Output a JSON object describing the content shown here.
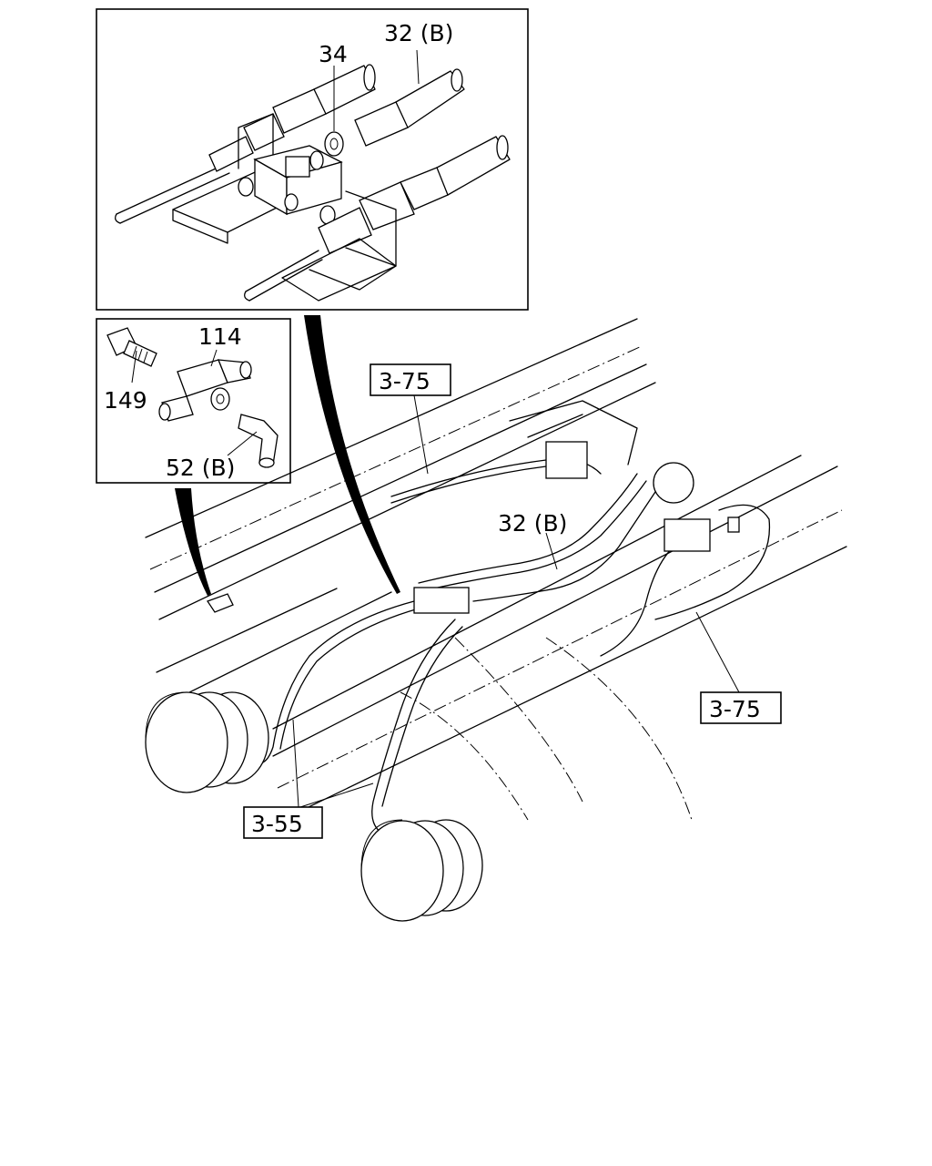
{
  "diagram": {
    "detail_top": {
      "callouts": [
        "34",
        "32 (B)"
      ]
    },
    "detail_mid": {
      "callouts": [
        "114",
        "149",
        "52 (B)"
      ]
    },
    "main": {
      "callouts": [
        "32 (B)"
      ],
      "references": [
        "3-75",
        "3-75",
        "3-55"
      ]
    }
  }
}
